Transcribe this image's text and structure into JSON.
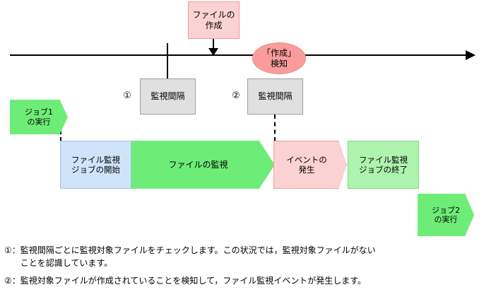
{
  "timeline": {
    "axis_name": "time-axis",
    "tick_label": "",
    "arrow_direction": "right"
  },
  "nodes": {
    "event_box": "ファイルの\n作成",
    "detect_ellipse": "「作成」\n検知",
    "interval_1": "監視間隔",
    "interval_2": "監視間隔",
    "marker_1": "①",
    "marker_2": "②",
    "job1": "ジョブ1\nの実行",
    "job2": "ジョブ2\nの実行",
    "band_start": "ファイル監視\nジョブの開始",
    "band_monitor": "ファイルの監視",
    "band_event": "イベントの\n発生",
    "band_end": "ファイル監視\nジョブの終了"
  },
  "footnotes": [
    {
      "marker": "①：",
      "text": "監視間隔ごとに監視対象ファイルをチェックします。この状況では，監視対象ファイルがない\nことを認識しています。"
    },
    {
      "marker": "②：",
      "text": "監視対象ファイルが作成されていることを検知して，ファイル監視イベントが発生します。"
    }
  ],
  "colors": {
    "green": "#6ded77",
    "light_green": "#aef4ae",
    "pink": "#fbd2d2",
    "deep_pink": "#fb9c9c",
    "blue": "#cfe3fa",
    "gray": "#e0e0e0",
    "line": "#000000"
  }
}
